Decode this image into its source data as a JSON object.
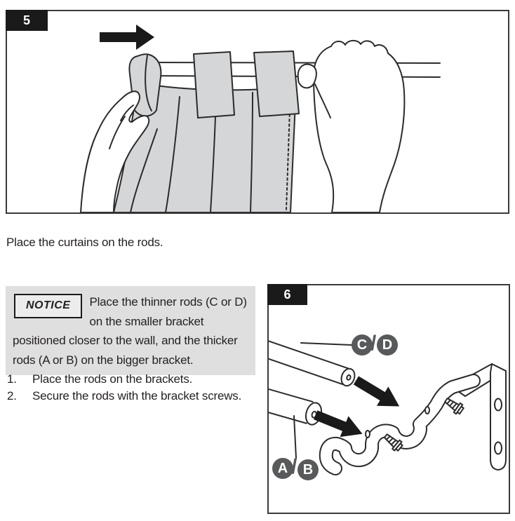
{
  "colors": {
    "step_box_bg": "#1a1a1a",
    "notice_bg": "#dfdfdf",
    "label_circle": "#58595b",
    "curtain_fill": "#d5d6d8",
    "line": "#2b2b2b",
    "text": "#231f20"
  },
  "figure5": {
    "step_number": "5",
    "caption": "Place the curtains on the rods."
  },
  "notice": {
    "label": "NOTICE",
    "text": "Place the thinner rods (C or D) on the smaller bracket positioned closer to the wall, and the thicker rods (A or B) on the bigger bracket."
  },
  "instructions": [
    {
      "number": "1.",
      "text": "Place the rods on the brackets."
    },
    {
      "number": "2.",
      "text": "Secure the rods with the bracket screws."
    }
  ],
  "figure6": {
    "step_number": "6",
    "thin_rod_label_1": "C",
    "thin_rod_label_2": "D",
    "thick_rod_label_1": "A",
    "thick_rod_label_2": "B",
    "separator": "/"
  }
}
